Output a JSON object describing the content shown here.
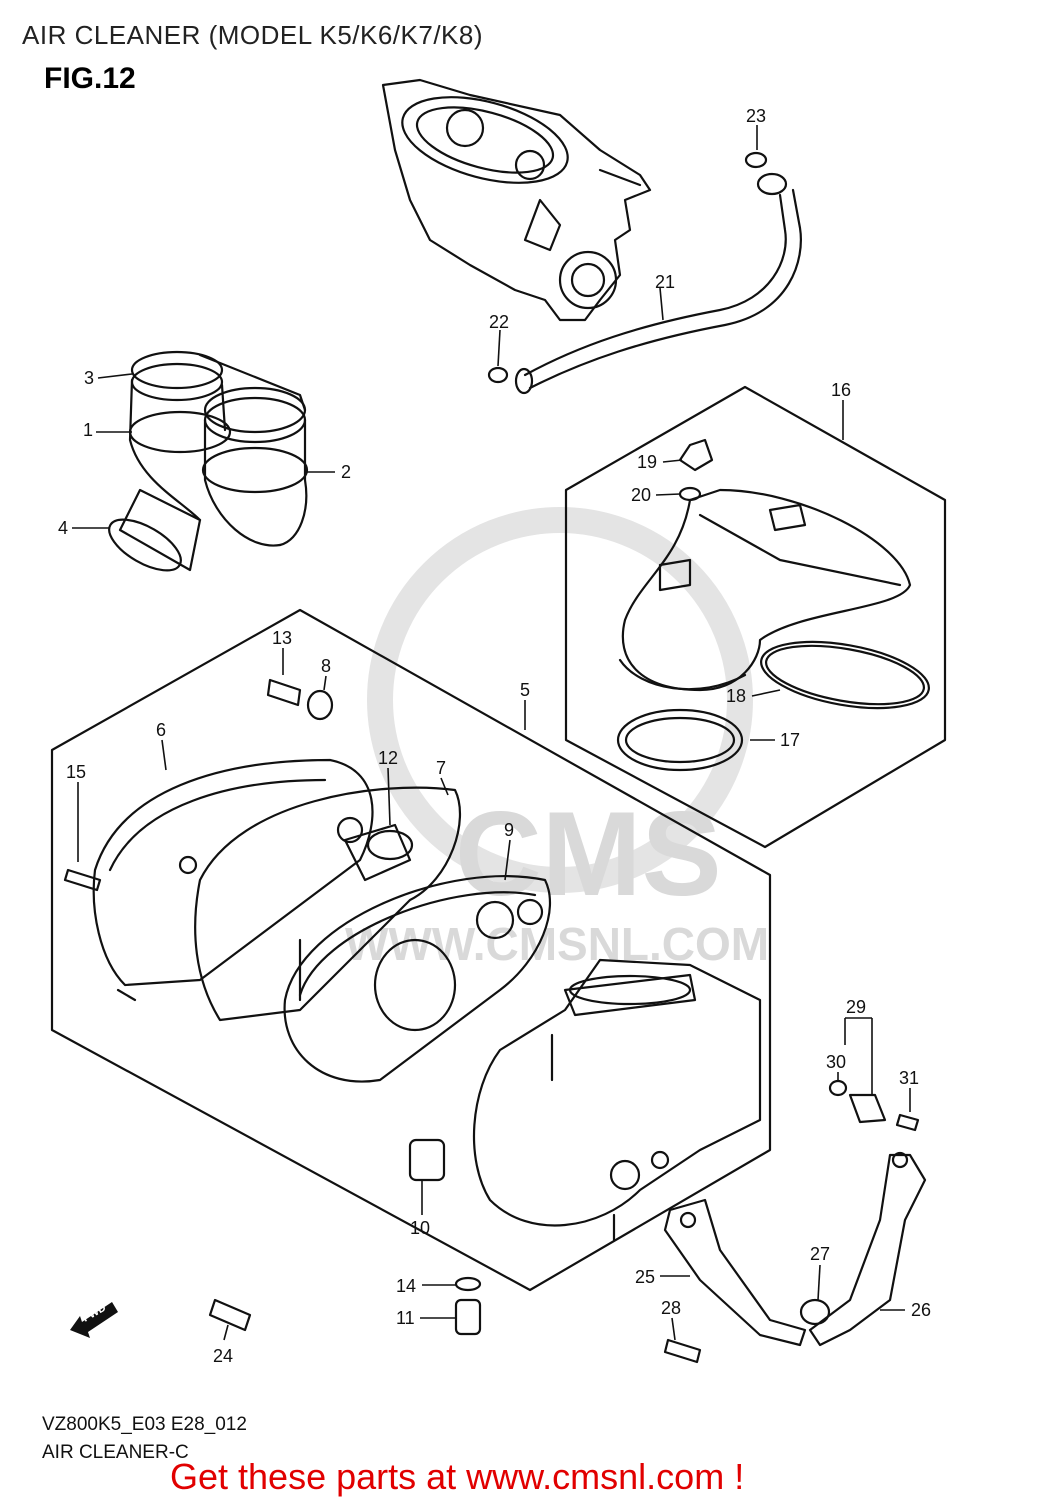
{
  "header": {
    "title": "AIR CLEANER (MODEL K5/K6/K7/K8)",
    "figure": "FIG.12"
  },
  "footer": {
    "code": "VZ800K5_E03 E28_012",
    "subtitle": "AIR CLEANER-C",
    "promo": "Get these parts at www.cmsnl.com !"
  },
  "watermark": {
    "brand": "CMS",
    "url": "WWW.CMSNL.COM"
  },
  "direction_marker": "FWD",
  "callouts": [
    "1",
    "2",
    "3",
    "4",
    "5",
    "6",
    "7",
    "8",
    "9",
    "10",
    "11",
    "12",
    "13",
    "14",
    "15",
    "16",
    "17",
    "18",
    "19",
    "20",
    "21",
    "22",
    "23",
    "24",
    "25",
    "26",
    "27",
    "28",
    "29",
    "30",
    "31"
  ],
  "colors": {
    "line": "#111111",
    "promo": "#e10000",
    "watermark": "#d9d9d9"
  }
}
